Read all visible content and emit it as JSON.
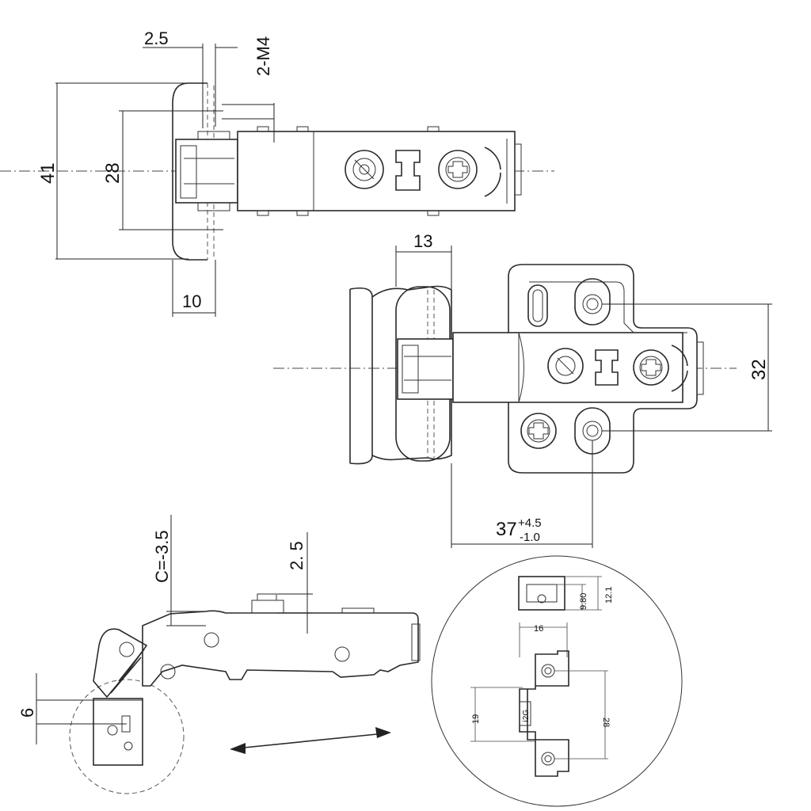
{
  "dimensions": {
    "top_view": {
      "d_2_5": "2.5",
      "d_2m4": "2-M4",
      "d_41": "41",
      "d_28": "28",
      "d_10": "10"
    },
    "mounted_view": {
      "d_13": "13",
      "d_32": "32",
      "d_37_main": "37",
      "d_37_upper": "+4.5",
      "d_37_lower": "-1.0"
    },
    "side_view": {
      "d_c": "C=-3.5",
      "d_2_5": "2. 5",
      "d_6": "6"
    },
    "detail_view": {
      "d_9_80": "9.80",
      "d_12_1": "12.1",
      "d_16": "16",
      "d_19": "19",
      "d_28": "28",
      "stamp": "ⅰ2G"
    }
  }
}
